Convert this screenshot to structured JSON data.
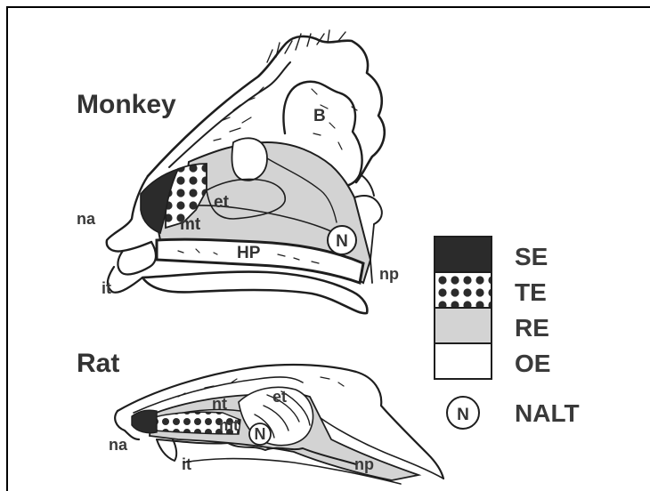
{
  "colors": {
    "SE": "#2b2b2b",
    "TE": "#ffffff",
    "RE": "#d3d3d3",
    "OE": "#ffffff",
    "line": "#1e1e1e",
    "frame": "#000000"
  },
  "monkey": {
    "title": "Monkey",
    "labels": {
      "B": "B",
      "et": "et",
      "mt": "mt",
      "na": "na",
      "it": "it",
      "HP": "HP",
      "N": "N",
      "np": "np"
    }
  },
  "rat": {
    "title": "Rat",
    "labels": {
      "nt": "nt",
      "et": "et",
      "mt": "mt",
      "na": "na",
      "it": "it",
      "N": "N",
      "np": "np"
    }
  },
  "legend": {
    "items": [
      {
        "key": "SE",
        "label": "SE",
        "pattern": "solid-dark"
      },
      {
        "key": "TE",
        "label": "TE",
        "pattern": "dots"
      },
      {
        "key": "RE",
        "label": "RE",
        "pattern": "solid-gray"
      },
      {
        "key": "OE",
        "label": "OE",
        "pattern": "blank"
      }
    ],
    "nalt_symbol": "N",
    "nalt_label": "NALT"
  }
}
